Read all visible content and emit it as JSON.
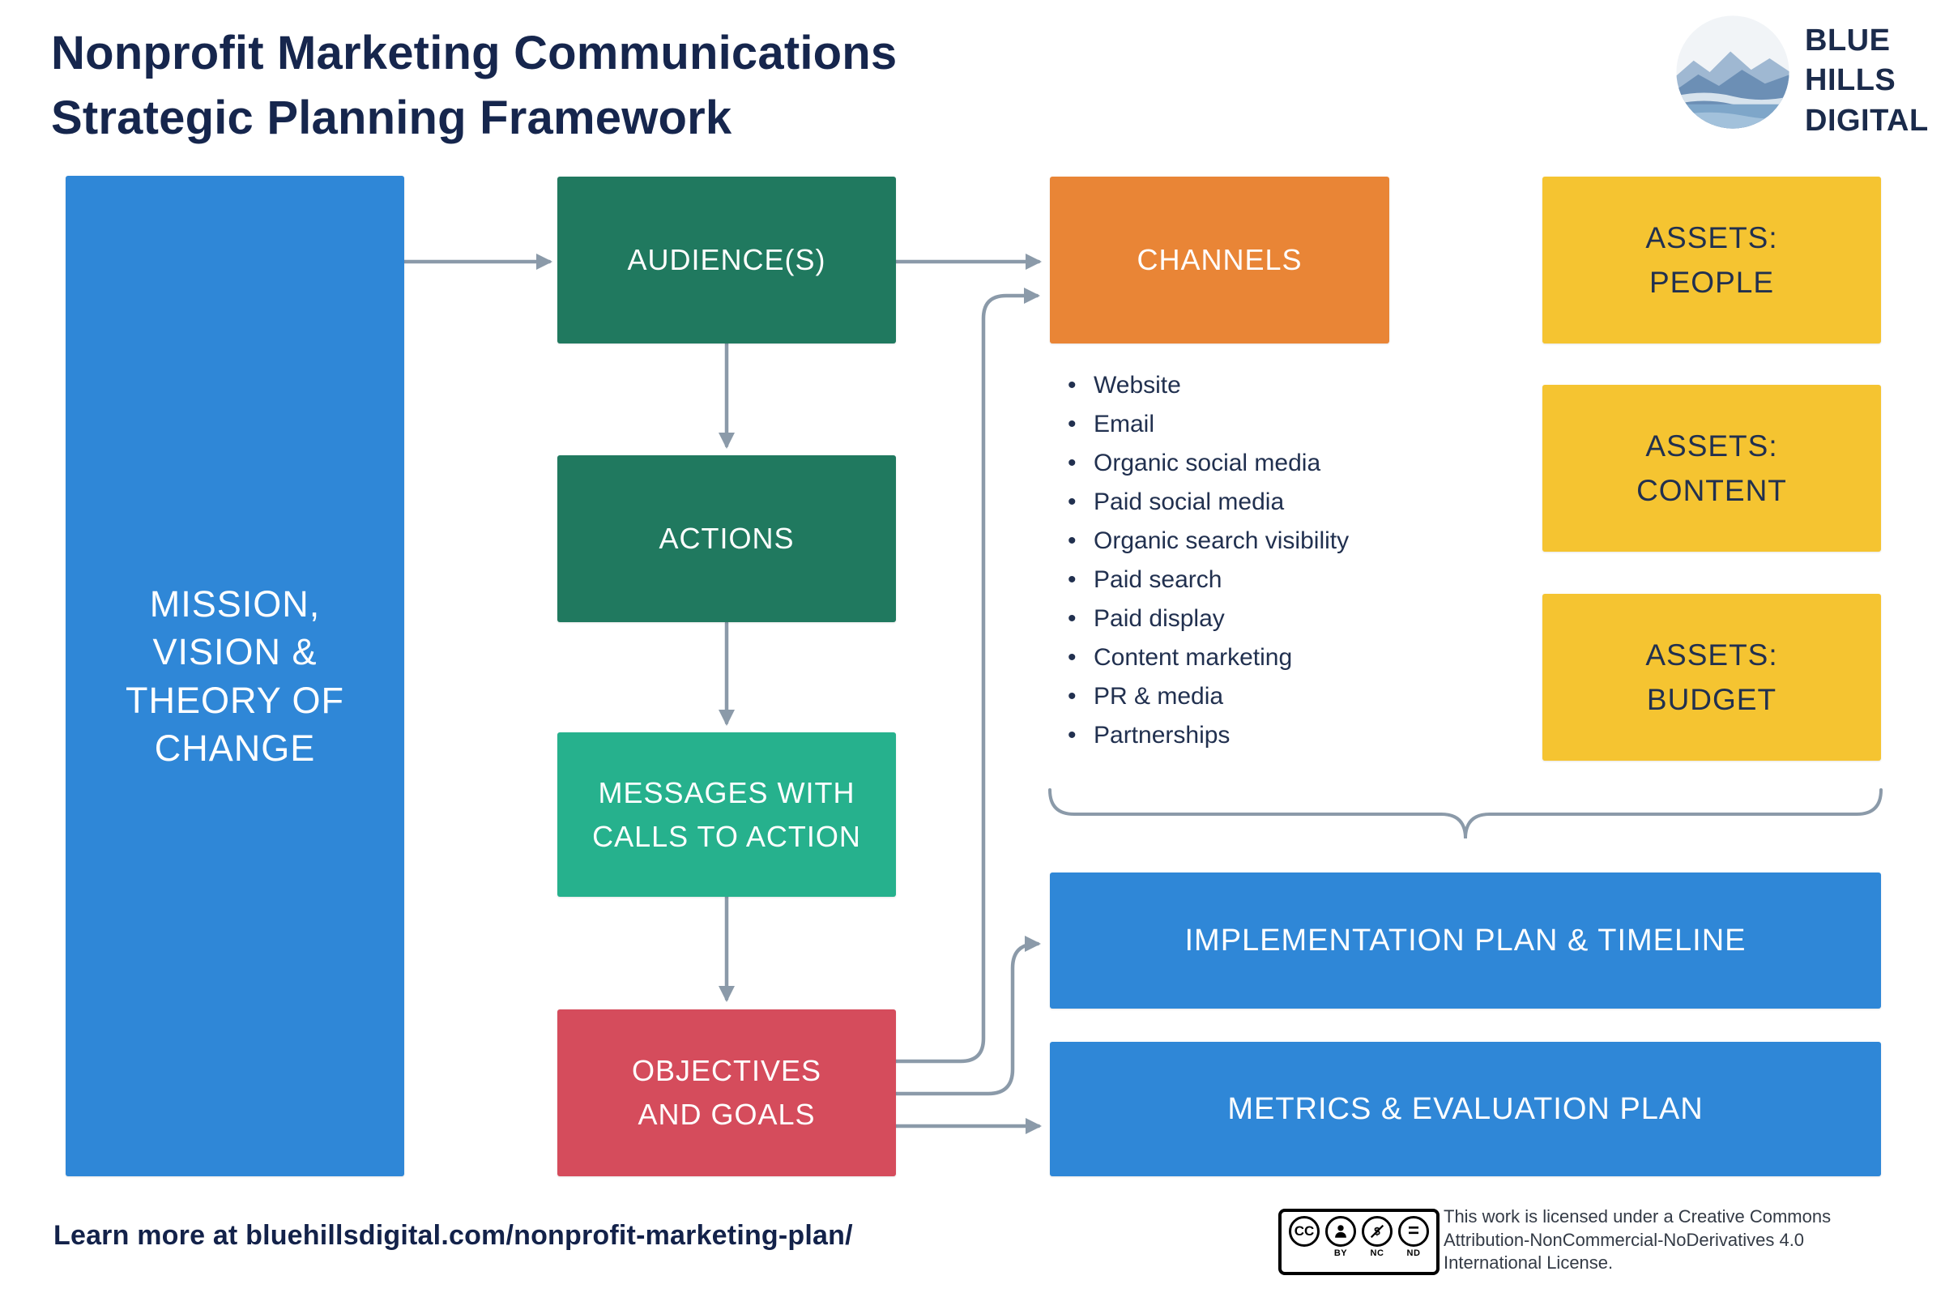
{
  "header": {
    "title": "Nonprofit Marketing Communications\nStrategic Planning Framework",
    "brand_name": "BLUE\nHILLS\nDIGITAL"
  },
  "diagram": {
    "mission": "MISSION,\nVISION &\nTHEORY OF\nCHANGE",
    "audience": "AUDIENCE(S)",
    "actions": "ACTIONS",
    "messages": "MESSAGES WITH\nCALLS TO ACTION",
    "objectives": "OBJECTIVES\nAND GOALS",
    "channels": "CHANNELS",
    "channel_items": [
      "Website",
      "Email",
      "Organic social media",
      "Paid social media",
      "Organic search visibility",
      "Paid search",
      "Paid display",
      "Content marketing",
      "PR & media",
      "Partnerships"
    ],
    "assets_people": "ASSETS:\nPEOPLE",
    "assets_content": "ASSETS:\nCONTENT",
    "assets_budget": "ASSETS:\nBUDGET",
    "implementation": "IMPLEMENTATION PLAN & TIMELINE",
    "metrics": "METRICS & EVALUATION PLAN"
  },
  "footer": {
    "learn_more": "Learn more at bluehillsdigital.com/nonprofit-marketing-plan/",
    "license": "This work is licensed under a Creative Commons Attribution-NonCommercial-NoDerivatives 4.0 International License.",
    "cc": "CC",
    "by": "BY",
    "nc": "NC",
    "nd": "ND"
  },
  "colors": {
    "navy": "#16264d",
    "blue": "#2f87d7",
    "green_dark": "#20795f",
    "teal": "#26b18d",
    "red": "#d54c5c",
    "orange": "#e98536",
    "yellow": "#f5c431",
    "arrow_gray": "#8b9aa9"
  }
}
